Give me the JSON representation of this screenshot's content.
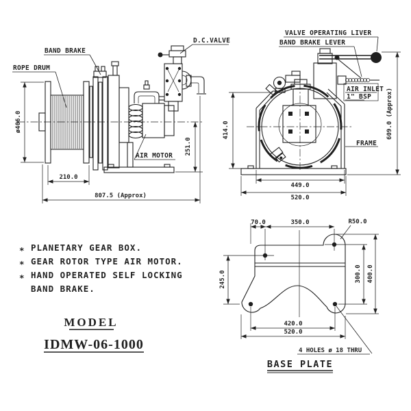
{
  "colors": {
    "background": "#ffffff",
    "ink": "#1f1f1f"
  },
  "side_view": {
    "labels": {
      "rope_drum": "ROPE DRUM",
      "band_brake": "BAND BRAKE",
      "dc_valve": "D.C.VALVE",
      "air_motor": "AIR MOTOR"
    },
    "dimensions": {
      "drum_diameter": "ø406.0",
      "drum_length": "210.0",
      "overall_length": "807.5 (Approx)",
      "motor_center_height": "251.0"
    }
  },
  "end_view": {
    "labels": {
      "valve_operating_liver": "VALVE OPERATING LIVER",
      "band_brake_lever": "BAND BRAKE LEVER",
      "air_inlet_line1": "AIR INLET",
      "air_inlet_line2": "1\" BSP",
      "frame": "FRAME"
    },
    "dimensions": {
      "frame_height": "414.0",
      "overall_height": "609.0 (Approx)",
      "frame_width": "449.0",
      "base_width": "520.0"
    }
  },
  "base_plate": {
    "title": "BASE PLATE",
    "holes_note": "4 HOLES ø 18 THRU",
    "dimensions": {
      "edge_to_hole": "70.0",
      "top_hole_span": "350.0",
      "corner_radius": "R50.0",
      "left_hole_offset": "245.0",
      "right_hole_span": "300.0",
      "overall_depth": "400.0",
      "bottom_hole_span": "420.0",
      "overall_width": "520.0"
    }
  },
  "notes": {
    "items": [
      {
        "bullet": "*",
        "text": "PLANETARY GEAR BOX."
      },
      {
        "bullet": "*",
        "text": "GEAR ROTOR TYPE AIR MOTOR."
      },
      {
        "bullet": "*",
        "text": "HAND OPERATED SELF LOCKING"
      },
      {
        "bullet": "",
        "text": "BAND BRAKE."
      }
    ]
  },
  "model": {
    "heading": "MODEL",
    "number": "IDMW-06-1000"
  }
}
